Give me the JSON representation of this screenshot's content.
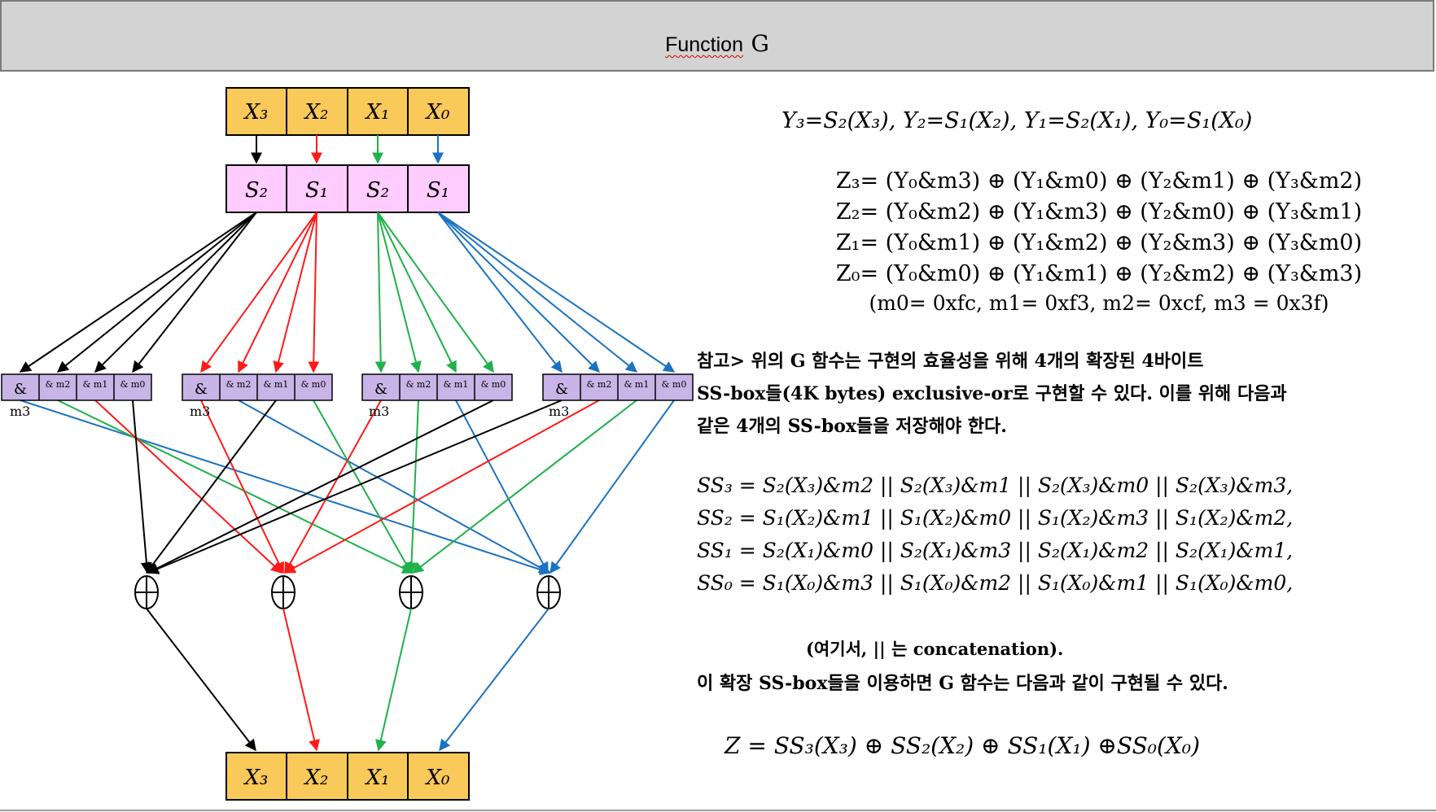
{
  "title": {
    "word": "Function",
    "letter": "G"
  },
  "diagram": {
    "input_labels": [
      "X₃",
      "X₂",
      "X₁",
      "X₀"
    ],
    "sbox_labels": [
      "S₂",
      "S₁",
      "S₂",
      "S₁"
    ],
    "mask_labels": [
      "&",
      "& m2",
      "& m1",
      "& m0"
    ],
    "mask_sublabel": "m3",
    "output_labels": [
      "X₃",
      "X₂",
      "X₁",
      "X₀"
    ],
    "xor_symbol": "⊕",
    "colors": {
      "input_fill": "#f9c95a",
      "sbox_fill": "#ffccff",
      "mask_fill": "#c8b4e6",
      "black": "#000000",
      "red": "#ff1a1a",
      "green": "#1fb14a",
      "blue": "#1a72c2"
    }
  },
  "equations": {
    "y_line": "Y₃=S₂(X₃), Y₂=S₁(X₂), Y₁=S₂(X₁), Y₀=S₁(X₀)",
    "z": [
      "Z₃= (Y₀&m3) ⊕ (Y₁&m0) ⊕ (Y₂&m1) ⊕ (Y₃&m2)",
      "Z₂= (Y₀&m2) ⊕ (Y₁&m3) ⊕ (Y₂&m0) ⊕ (Y₃&m1)",
      "Z₁= (Y₀&m1) ⊕ (Y₁&m2) ⊕ (Y₂&m3) ⊕ (Y₃&m0)",
      "Z₀= (Y₀&m0) ⊕ (Y₁&m1) ⊕ (Y₂&m2) ⊕ (Y₃&m3)"
    ],
    "masks": "(m0= 0xfc, m1= 0xf3, m2= 0xcf, m3 = 0x3f)"
  },
  "note": {
    "lines": [
      "참고> 위의 G 함수는 구현의 효율성을 위해 4개의 확장된 4바이트",
      "SS-box들(4K bytes)  exclusive-or로 구현할 수 있다. 이를 위해 다음과",
      "같은 4개의 SS-box들을 저장해야 한다."
    ]
  },
  "ss": [
    "SS₃ = S₂(X₃)&m2 || S₂(X₃)&m1 || S₂(X₃)&m0 || S₂(X₃)&m3,",
    "SS₂ = S₁(X₂)&m1 || S₁(X₂)&m0 || S₁(X₂)&m3 || S₁(X₂)&m2,",
    "SS₁ = S₂(X₁)&m0 || S₂(X₁)&m3 || S₂(X₁)&m2 || S₂(X₁)&m1,",
    "SS₀ = S₁(X₀)&m3 || S₁(X₀)&m2 || S₁(X₀)&m1 || S₁(X₀)&m0,"
  ],
  "where": "(여기서, || 는 concatenation).",
  "summary": "이 확장 SS-box들을 이용하면 G 함수는 다음과 같이 구현될 수 있다.",
  "final": "Z = SS₃(X₃) ⊕ SS₂(X₂) ⊕  SS₁(X₁) ⊕SS₀(X₀)"
}
